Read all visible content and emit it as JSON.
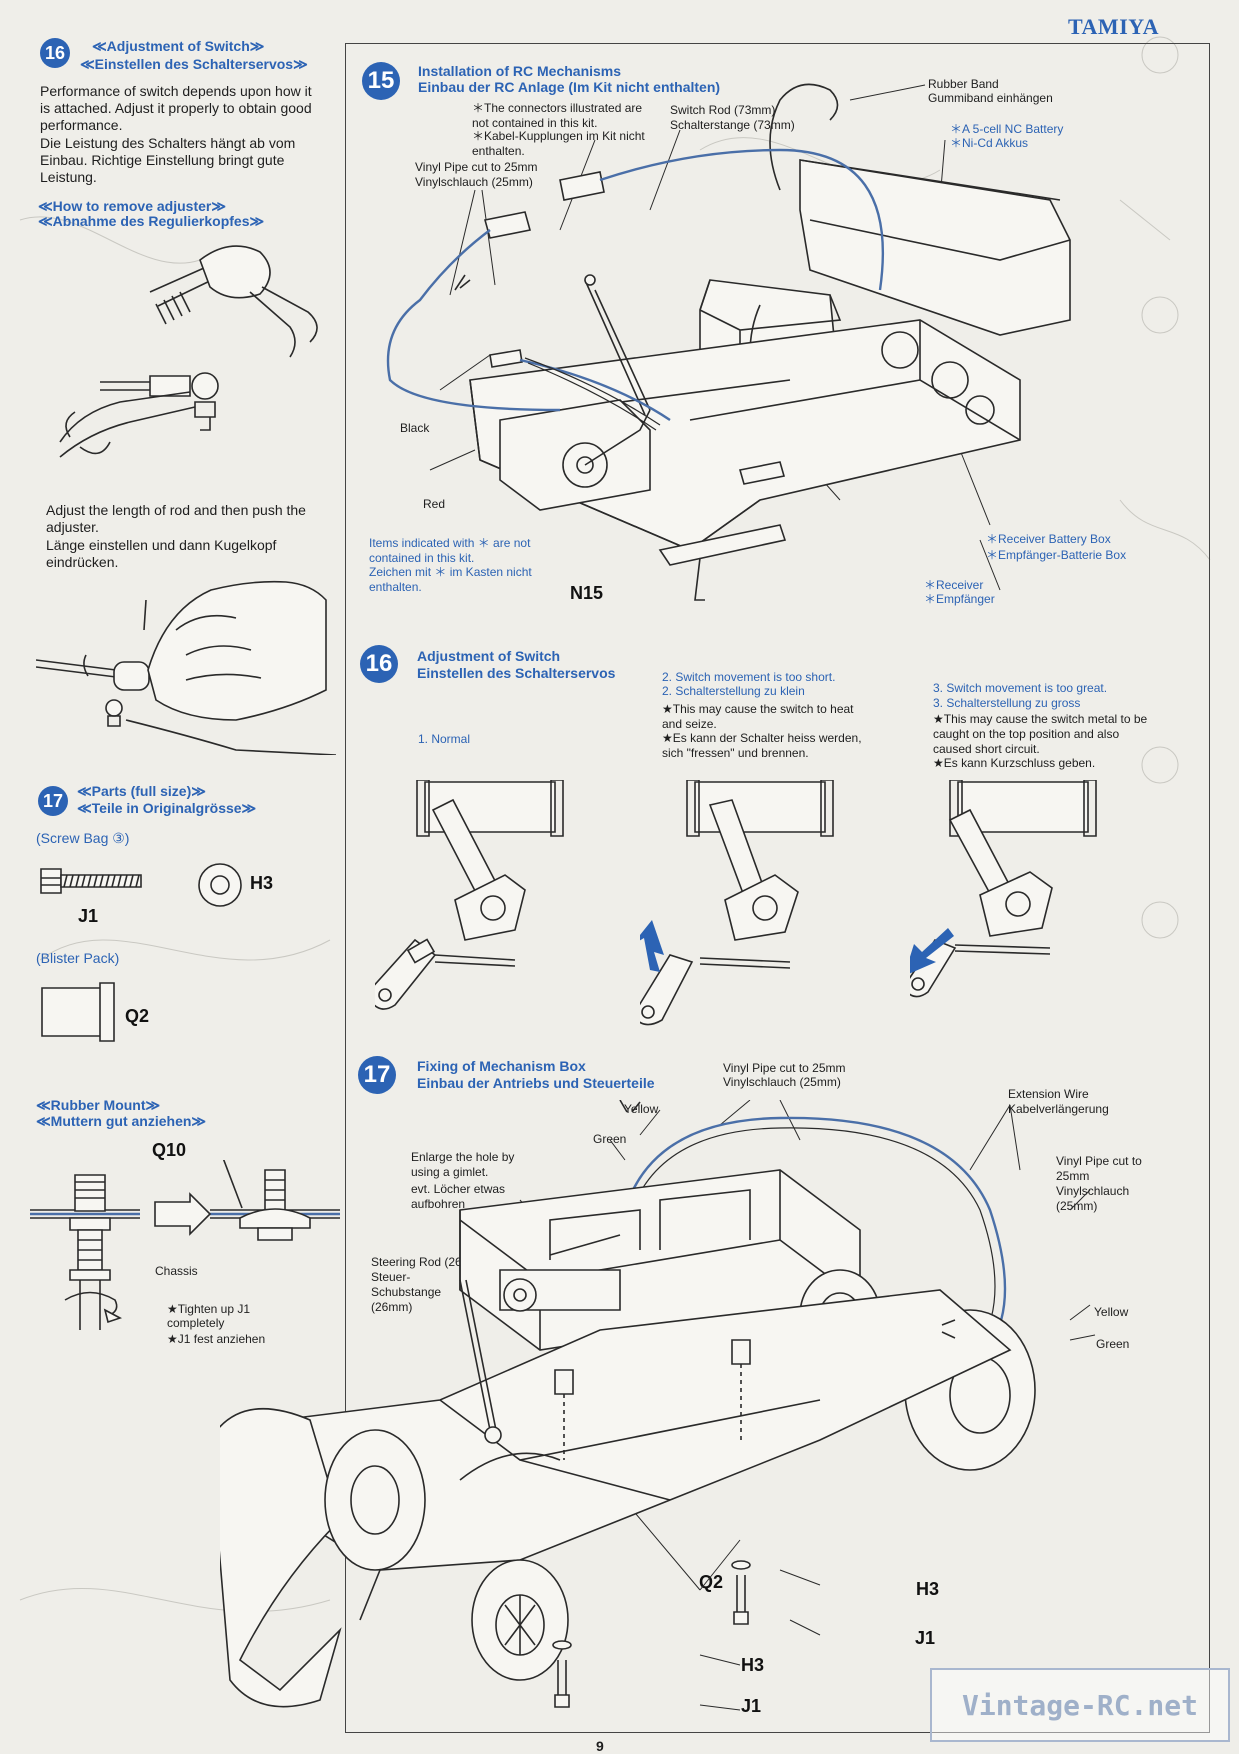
{
  "brand": "TAMIYA",
  "page_number": "9",
  "watermark": "Vintage-RC.net",
  "left": {
    "s16": {
      "num": "16",
      "title_en": "≪Adjustment of Switch≫",
      "title_de": "≪Einstellen des Schalterservos≫",
      "body_en": "Performance of switch depends upon how it is attached. Adjust it properly to obtain good performance.",
      "body_de": "Die Leistung des Schalters hängt ab vom Einbau. Richtige Einstellung bringt gute Leistung.",
      "remove_en": "≪How to remove adjuster≫",
      "remove_de": "≪Abnahme des Regulierkopfes≫",
      "adjust_en": "Adjust the length of rod and then push the adjuster.",
      "adjust_de": "Länge einstellen und dann Kugelkopf eindrücken."
    },
    "s17": {
      "num": "17",
      "title_en": "≪Parts (full size)≫",
      "title_de": "≪Teile in Originalgrösse≫",
      "screw_bag": "(Screw Bag ③)",
      "j1": "J1",
      "h3": "H3",
      "blister": "(Blister Pack)",
      "q2": "Q2",
      "rubber_en": "≪Rubber Mount≫",
      "rubber_de": "≪Muttern gut anziehen≫",
      "q10": "Q10",
      "chassis": "Chassis",
      "tighten_en": "★Tighten up J1 completely",
      "tighten_de": "★J1 fest anziehen"
    }
  },
  "step15": {
    "num": "15",
    "title_en": "Installation of RC Mechanisms",
    "title_de": "Einbau der RC Anlage (Im Kit nicht enthalten)",
    "conn_en": "＊The connectors illustrated are not contained in this kit.",
    "conn_de": "＊Kabel-Kupplungen im Kit nicht enthalten.",
    "switch_rod_en": "Switch Rod (73mm)",
    "switch_rod_de": "Schalterstange (73mm)",
    "rubber_band_en": "Rubber Band",
    "rubber_band_de": "Gummiband einhängen",
    "battery_en": "＊A 5-cell NC Battery",
    "battery_de": "＊Ni-Cd Akkus",
    "vinyl_en": "Vinyl Pipe cut to 25mm",
    "vinyl_de": "Vinylschlauch (25mm)",
    "black": "Black",
    "red": "Red",
    "items_en": "Items indicated with ＊ are not contained in this kit.",
    "items_de": "Zeichen mit ＊ im Kasten nicht enthalten.",
    "n15": "N15",
    "rx_box_en": "＊Receiver Battery Box",
    "rx_box_de": "＊Empfänger-Batterie Box",
    "receiver_en": "＊Receiver",
    "receiver_de": "＊Empfänger"
  },
  "step16": {
    "num": "16",
    "title_en": "Adjustment of Switch",
    "title_de": "Einstellen des Schalterservos",
    "normal": "1. Normal",
    "short_en": "2. Switch movement is too short.",
    "short_de": "2. Schalterstellung zu klein",
    "short_note_en": "★This may cause the switch to heat and seize.",
    "short_note_de": "★Es kann der Schalter heiss werden, sich \"fressen\" und brennen.",
    "great_en": "3. Switch movement is too great.",
    "great_de": "3. Schalterstellung zu gross",
    "great_note_en": "★This may cause the switch metal to be caught on the top position and also caused short circuit.",
    "great_note_de": "★Es kann Kurzschluss geben."
  },
  "step17": {
    "num": "17",
    "title_en": "Fixing of Mechanism Box",
    "title_de": "Einbau der Antriebs und Steuerteile",
    "yellow": "Yellow",
    "green": "Green",
    "vinyl_en": "Vinyl Pipe cut to 25mm",
    "vinyl_de": "Vinylschlauch (25mm)",
    "ext_en": "Extension Wire",
    "ext_de": "Kabelverlängerung",
    "enlarge_en": "Enlarge the hole by using a gimlet.",
    "enlarge_de": "evt. Löcher etwas aufbohren",
    "vinyl2_en": "Vinyl Pipe cut to 25mm",
    "vinyl2_de": "Vinylschlauch (25mm)",
    "steering_en": "Steering Rod (26mm)",
    "steering_de": "Steuer-Schubstange (26mm)",
    "yellow2": "Yellow",
    "green2": "Green",
    "q2": "Q2",
    "h3a": "H3",
    "j1a": "J1",
    "h3b": "H3",
    "j1b": "J1"
  }
}
